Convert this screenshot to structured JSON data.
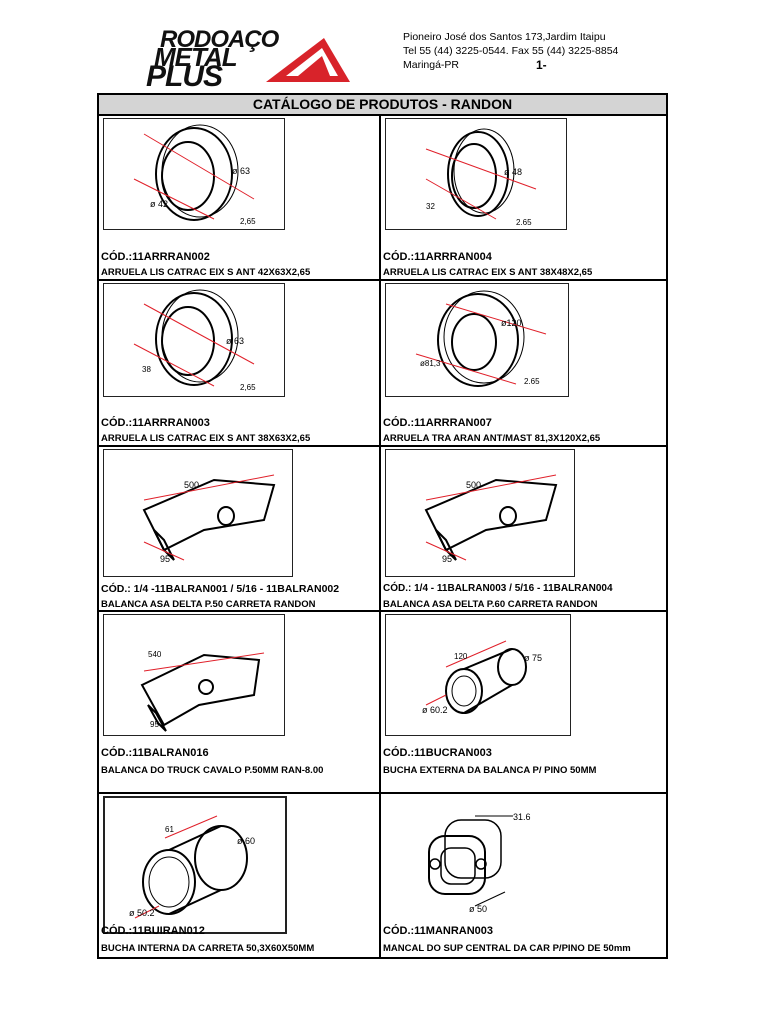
{
  "header": {
    "logo": {
      "line1": "RODOAÇO",
      "line2": "METAL",
      "line3": "PLUS"
    },
    "address": {
      "line1": "Pioneiro José dos Santos 173,Jardim Itaipu",
      "line2": "Tel 55 (44) 3225-0544. Fax 55 (44) 3225-8854",
      "line3": "Maringá-PR",
      "page": "1-"
    }
  },
  "catalog": {
    "title": "CATÁLOGO  DE PRODUTOS - RANDON",
    "items": [
      {
        "code": "CÓD.:11ARRRAN002",
        "desc": "ARRUELA LIS CATRAC EIX S ANT 42X63X2,65",
        "dims": [
          "ø 63",
          "ø 42",
          "2,65"
        ]
      },
      {
        "code": "CÓD.:11ARRRAN004",
        "desc": "ARRUELA LIS CATRAC EIX S ANT 38X48X2,65",
        "dims": [
          "ø 48",
          "32",
          "2.65"
        ]
      },
      {
        "code": "CÓD.:11ARRRAN003",
        "desc": "ARRUELA LIS CATRAC EIX S ANT 38X63X2,65",
        "dims": [
          "ø 63",
          "38",
          "2,65"
        ]
      },
      {
        "code": "CÓD.:11ARRRAN007",
        "desc": "ARRUELA TRA ARAN ANT/MAST 81,3X120X2,65",
        "dims": [
          "ø120",
          "ø81,3",
          "2.65"
        ]
      },
      {
        "code": "CÓD.: 1/4 -11BALRAN001 /  5/16 - 11BALRAN002",
        "desc": "BALANCA ASA DELTA P.50 CARRETA RANDON",
        "dims": [
          "500",
          "95"
        ]
      },
      {
        "code": "CÓD.: 1/4 - 11BALRAN003  /  5/16 - 11BALRAN004",
        "desc": "BALANCA ASA DELTA P.60 CARRETA RANDON",
        "dims": [
          "500",
          "95"
        ]
      },
      {
        "code": "CÓD.:11BALRAN016",
        "desc": "BALANCA DO TRUCK CAVALO P.50MM RAN-8.00",
        "dims": [
          "540",
          "95"
        ]
      },
      {
        "code": "CÓD.:11BUCRAN003",
        "desc": "BUCHA EXTERNA DA BALANCA P/ PINO 50MM",
        "dims": [
          "120",
          "ø 75",
          "ø 60.2"
        ]
      },
      {
        "code": "CÓD.:11BUIRAN012",
        "desc": "BUCHA INTERNA DA CARRETA 50,3X60X50MM",
        "dims": [
          "61",
          "ø 60",
          "ø 50.2"
        ]
      },
      {
        "code": "CÓD.:11MANRAN003",
        "desc": "MANCAL DO SUP CENTRAL DA CAR P/PINO DE 50mm",
        "dims": [
          "31.6",
          "ø 50"
        ]
      }
    ]
  },
  "colors": {
    "logo_red": "#d8232a",
    "dimension_red": "#e0202a",
    "title_bg": "#d4d4d4"
  }
}
